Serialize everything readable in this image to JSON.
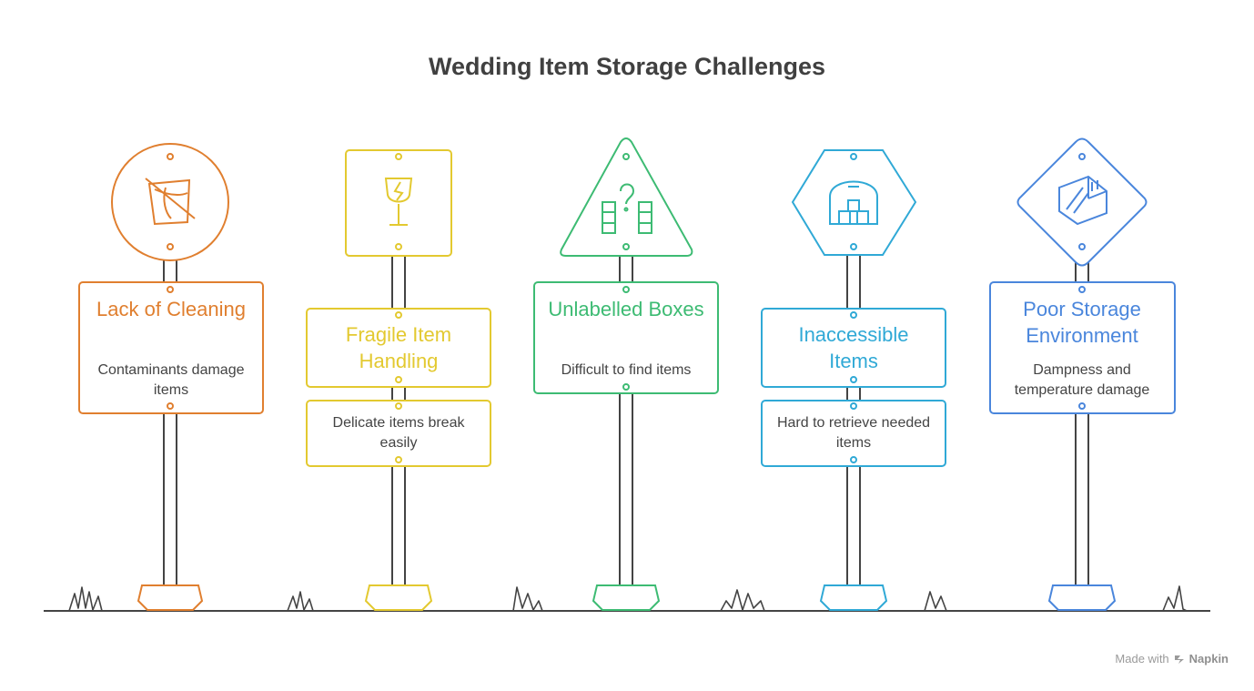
{
  "title": "Wedding Item Storage Challenges",
  "credit": {
    "prefix": "Made with",
    "brand": "Napkin"
  },
  "signs": [
    {
      "id": "lack-of-cleaning",
      "title": "Lack of Cleaning",
      "description": "Contaminants damage items",
      "color": "#e07f2f",
      "shape": "circle",
      "icon": "bucket-no-cleaning-icon"
    },
    {
      "id": "fragile-item-handling",
      "title": "Fragile Item Handling",
      "description": "Delicate items break easily",
      "color": "#e3c930",
      "shape": "square",
      "icon": "broken-glass-icon"
    },
    {
      "id": "unlabelled-boxes",
      "title": "Unlabelled Boxes",
      "description": "Difficult to find items",
      "color": "#3dbb73",
      "shape": "triangle",
      "icon": "question-boxes-icon"
    },
    {
      "id": "inaccessible-items",
      "title": "Inaccessible Items",
      "description": "Hard to retrieve needed items",
      "color": "#30a9d6",
      "shape": "hexagon",
      "icon": "warehouse-icon"
    },
    {
      "id": "poor-storage-environment",
      "title": "Poor Storage Environment",
      "description": "Dampness and temperature damage",
      "color": "#4a86dc",
      "shape": "diamond",
      "icon": "damp-room-icon"
    }
  ]
}
